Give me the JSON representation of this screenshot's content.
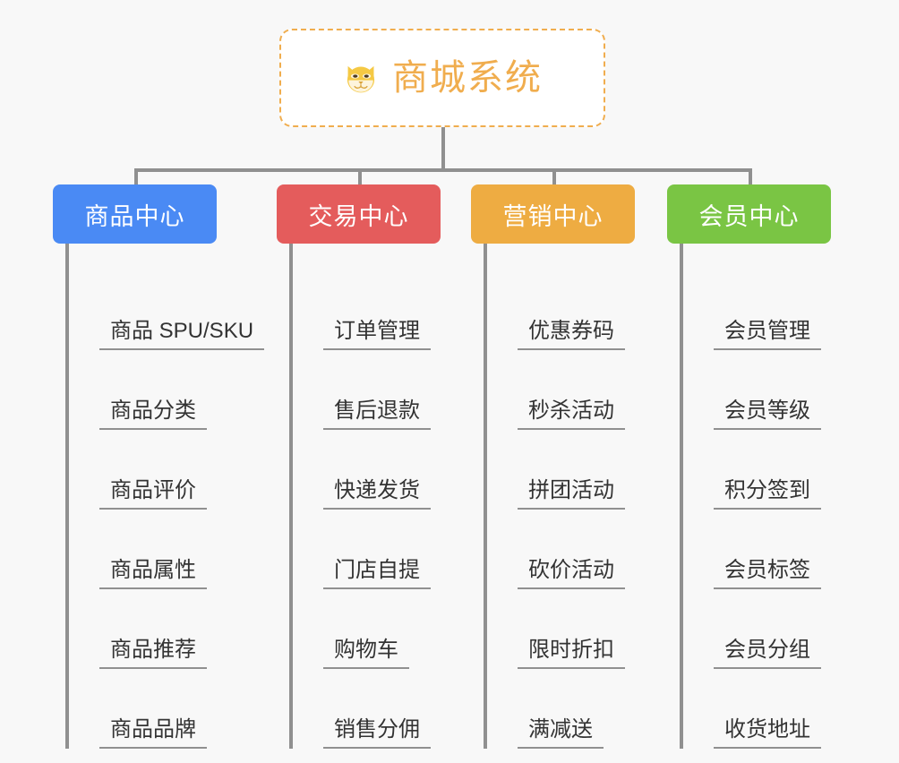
{
  "canvas": {
    "background": "#f8f8f8",
    "connector_color": "#909090"
  },
  "root": {
    "title": "商城系统",
    "icon": "shiba-dog-face-icon",
    "text_color": "#f0ad4e",
    "border_color": "#f0ad4e",
    "background": "#ffffff"
  },
  "branches": [
    {
      "label": "商品中心",
      "color": "#4a8af4",
      "items": [
        "商品 SPU/SKU",
        "商品分类",
        "商品评价",
        "商品属性",
        "商品推荐",
        "商品品牌"
      ]
    },
    {
      "label": "交易中心",
      "color": "#e45c5c",
      "items": [
        "订单管理",
        "售后退款",
        "快递发货",
        "门店自提",
        "购物车",
        "销售分佣"
      ]
    },
    {
      "label": "营销中心",
      "color": "#eeac42",
      "items": [
        "优惠券码",
        "秒杀活动",
        "拼团活动",
        "砍价活动",
        "限时折扣",
        "满减送"
      ]
    },
    {
      "label": "会员中心",
      "color": "#7ac544",
      "items": [
        "会员管理",
        "会员等级",
        "积分签到",
        "会员标签",
        "会员分组",
        "收货地址"
      ]
    }
  ]
}
